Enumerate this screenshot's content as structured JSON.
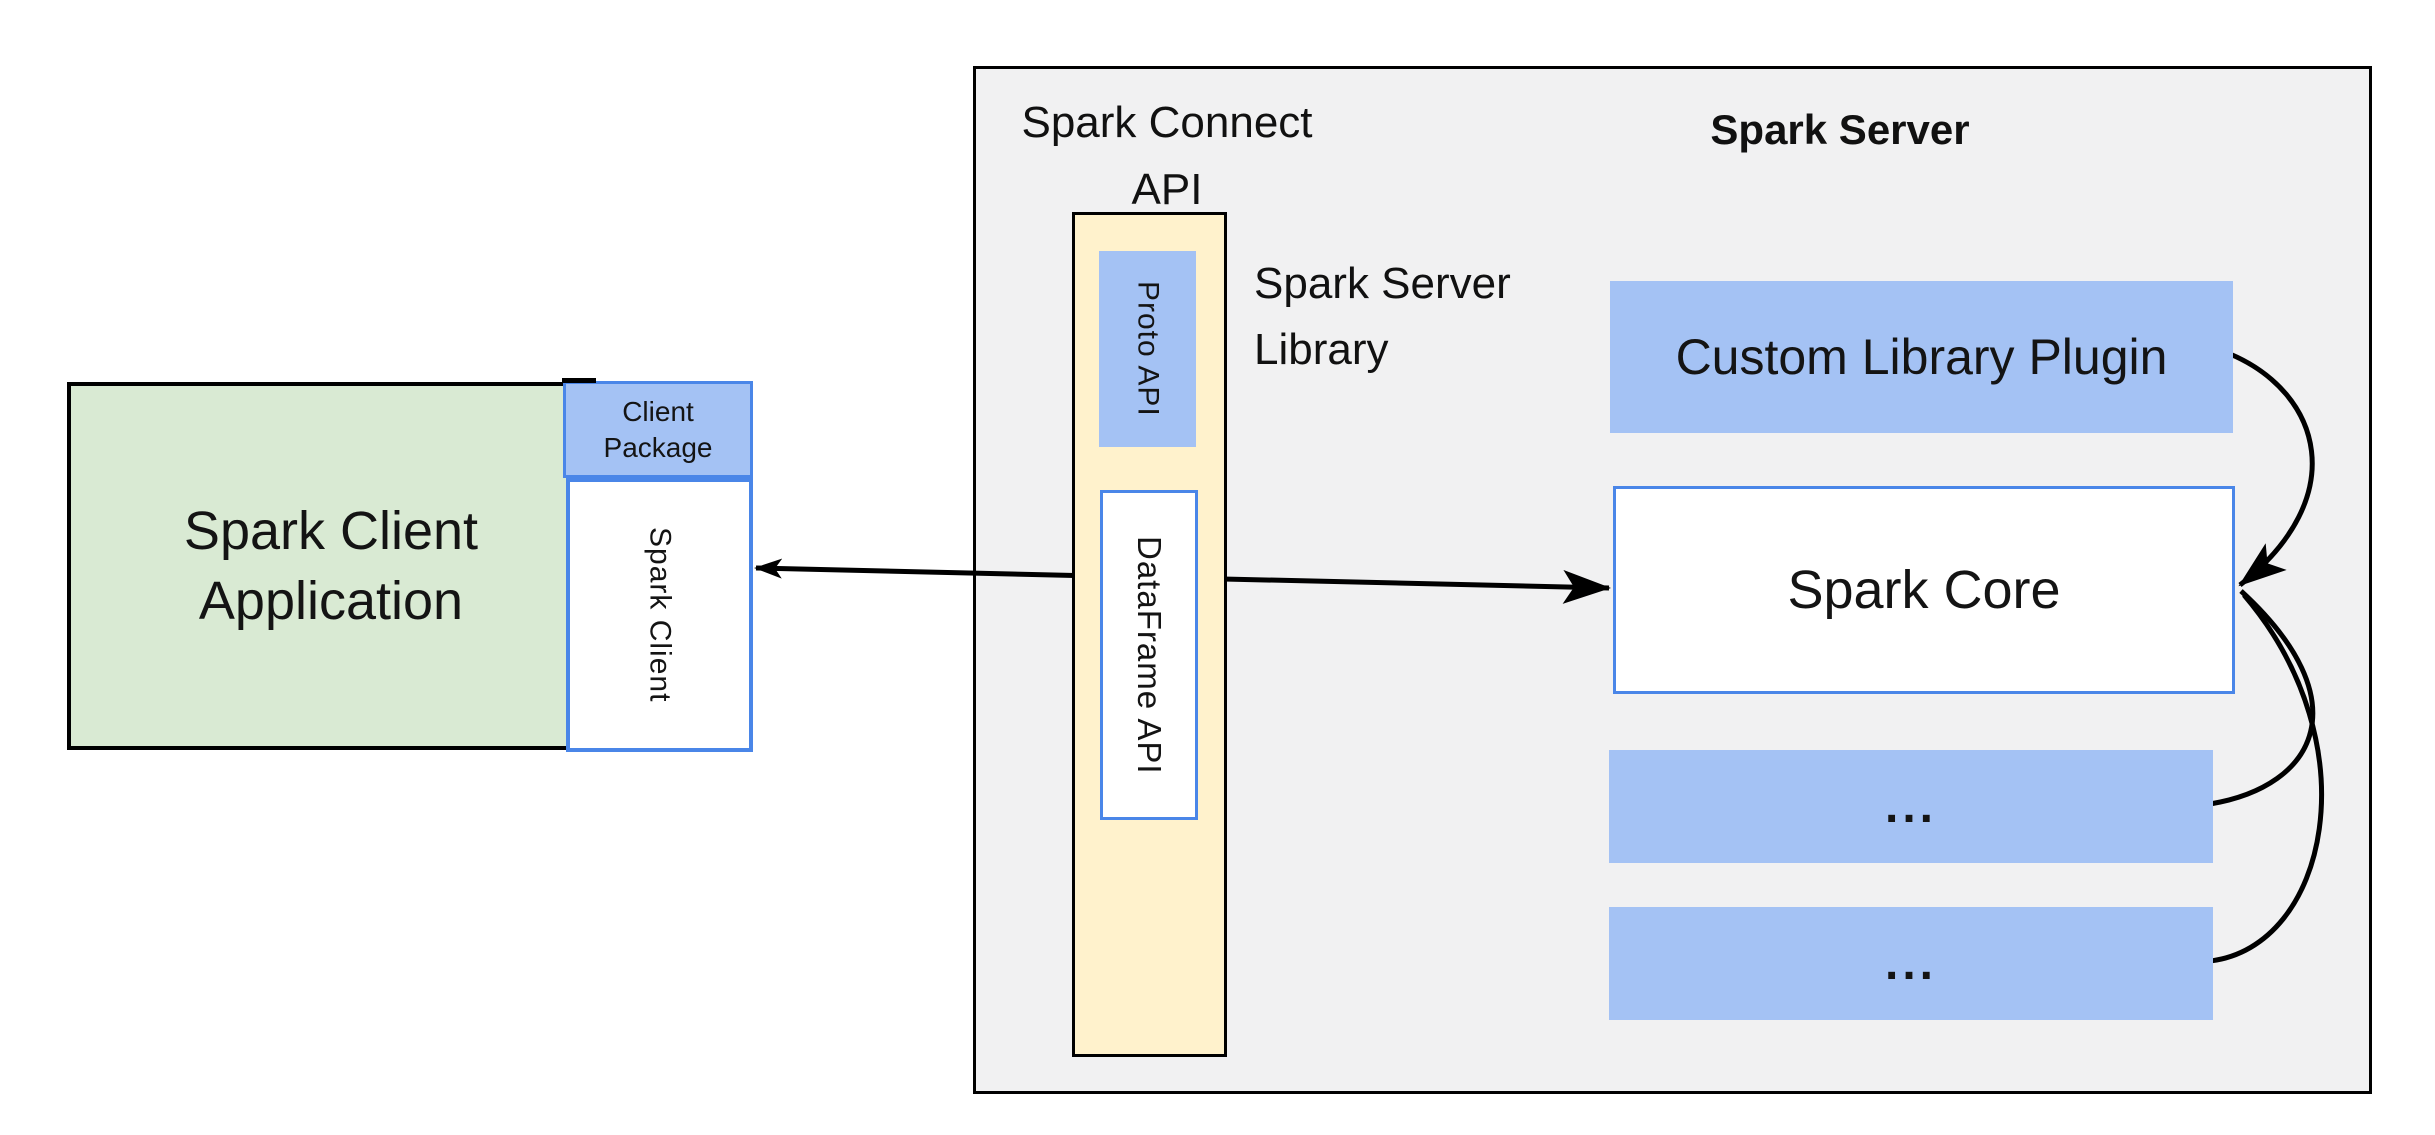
{
  "client": {
    "application_label": "Spark Client Application",
    "package_label": "Client Package",
    "client_lib_label": "Spark Client"
  },
  "server": {
    "connect_api_label": "Spark Connect API",
    "title": "Spark Server",
    "library_label": "Spark Server Library",
    "proto_api_label": "Proto API",
    "dataframe_api_label": "DataFrame API",
    "custom_plugin_label": "Custom Library Plugin",
    "spark_core_label": "Spark Core",
    "plugin_placeholder_1": "...",
    "plugin_placeholder_2": "..."
  },
  "colors": {
    "green_fill": "#d9ead3",
    "blue_fill": "#a4c2f4",
    "yellow_fill": "#fff2cc",
    "gray_fill": "#f1f1f2",
    "blue_border": "#4a86e8",
    "arrow": "#000000"
  }
}
